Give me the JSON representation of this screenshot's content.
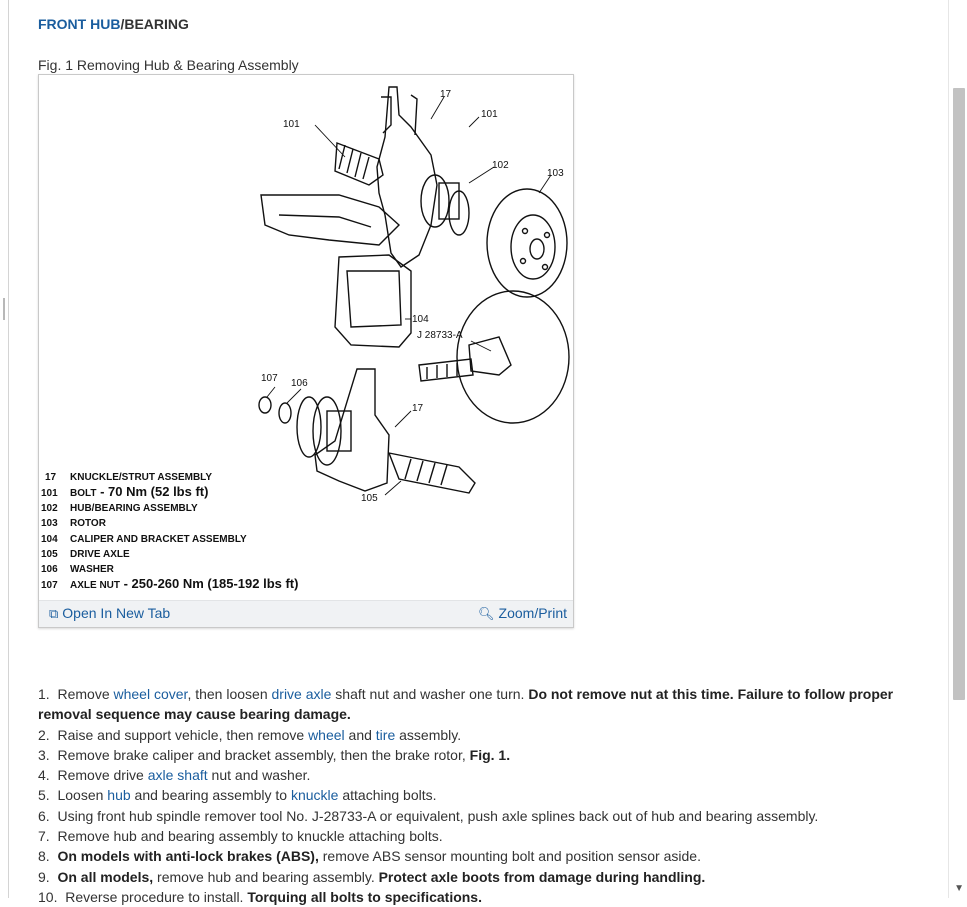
{
  "heading": {
    "link": "FRONT HUB",
    "rest": "/BEARING"
  },
  "figure": {
    "caption": "Fig. 1 Removing Hub & Bearing Assembly",
    "callouts": {
      "c17a": "17",
      "c101a": "101",
      "c101b": "101",
      "c102": "102",
      "c103": "103",
      "c104": "104",
      "tool": "J 28733-A",
      "c107": "107",
      "c106": "106",
      "c17b": "17",
      "c105": "105"
    },
    "legend": [
      {
        "num": "17",
        "text": "KNUCKLE/STRUT ASSEMBLY",
        "spec": ""
      },
      {
        "num": "101",
        "text": "BOLT",
        "spec": " - 70 Nm (52 lbs ft)"
      },
      {
        "num": "102",
        "text": "HUB/BEARING ASSEMBLY",
        "spec": ""
      },
      {
        "num": "103",
        "text": "ROTOR",
        "spec": ""
      },
      {
        "num": "104",
        "text": "CALIPER AND BRACKET ASSEMBLY",
        "spec": ""
      },
      {
        "num": "105",
        "text": "DRIVE AXLE",
        "spec": ""
      },
      {
        "num": "106",
        "text": "WASHER",
        "spec": ""
      },
      {
        "num": "107",
        "text": "AXLE NUT",
        "spec": " - 250-260 Nm (185-192 lbs ft)"
      }
    ],
    "open_tab_icon": "open-tab-icon",
    "open_tab_label": "Open In New Tab",
    "zoom_icon": "zoom-icon",
    "zoom_label": "Zoom/Print"
  },
  "steps": [
    {
      "n": "1.",
      "p": [
        {
          "t": "Remove "
        },
        {
          "t": "wheel cover",
          "k": "a"
        },
        {
          "t": ", then loosen "
        },
        {
          "t": "drive axle",
          "k": "a"
        },
        {
          "t": " shaft nut and washer one turn. "
        },
        {
          "t": "Do not remove nut at this time. Failure to follow proper removal sequence may cause bearing damage.",
          "k": "b"
        }
      ]
    },
    {
      "n": "2.",
      "p": [
        {
          "t": "Raise and support vehicle, then remove "
        },
        {
          "t": "wheel",
          "k": "a"
        },
        {
          "t": " and "
        },
        {
          "t": "tire",
          "k": "a"
        },
        {
          "t": " assembly."
        }
      ]
    },
    {
      "n": "3.",
      "p": [
        {
          "t": "Remove brake caliper and bracket assembly, then the brake rotor, "
        },
        {
          "t": "Fig. 1.",
          "k": "b"
        }
      ]
    },
    {
      "n": "4.",
      "p": [
        {
          "t": "Remove drive "
        },
        {
          "t": "axle shaft",
          "k": "a"
        },
        {
          "t": " nut and washer."
        }
      ]
    },
    {
      "n": "5.",
      "p": [
        {
          "t": "Loosen "
        },
        {
          "t": "hub",
          "k": "a"
        },
        {
          "t": " and bearing assembly to "
        },
        {
          "t": "knuckle",
          "k": "a"
        },
        {
          "t": " attaching bolts."
        }
      ]
    },
    {
      "n": "6.",
      "p": [
        {
          "t": "Using front hub spindle remover tool No. J-28733-A or equivalent, push axle splines back out of hub and bearing assembly."
        }
      ]
    },
    {
      "n": "7.",
      "p": [
        {
          "t": "Remove hub and bearing assembly to knuckle attaching bolts."
        }
      ]
    },
    {
      "n": "8.",
      "p": [
        {
          "t": "On models with anti-lock brakes (ABS),",
          "k": "b"
        },
        {
          "t": " remove ABS sensor mounting bolt and position sensor aside."
        }
      ]
    },
    {
      "n": "9.",
      "p": [
        {
          "t": "On all models,",
          "k": "b"
        },
        {
          "t": " remove hub and bearing assembly. "
        },
        {
          "t": "Protect axle boots from damage during handling.",
          "k": "b"
        }
      ]
    },
    {
      "n": "10.",
      "p": [
        {
          "t": "Reverse procedure to install. "
        },
        {
          "t": "Torquing all bolts to specifications.",
          "k": "b"
        }
      ]
    }
  ],
  "scrollbar": {
    "down_arrow_icon": "scroll-down-icon"
  },
  "colors": {
    "link": "#1a5d9e",
    "text": "#333333",
    "figure_bar": "#f0f2f4",
    "scroll_thumb": "#c2c2c2"
  }
}
